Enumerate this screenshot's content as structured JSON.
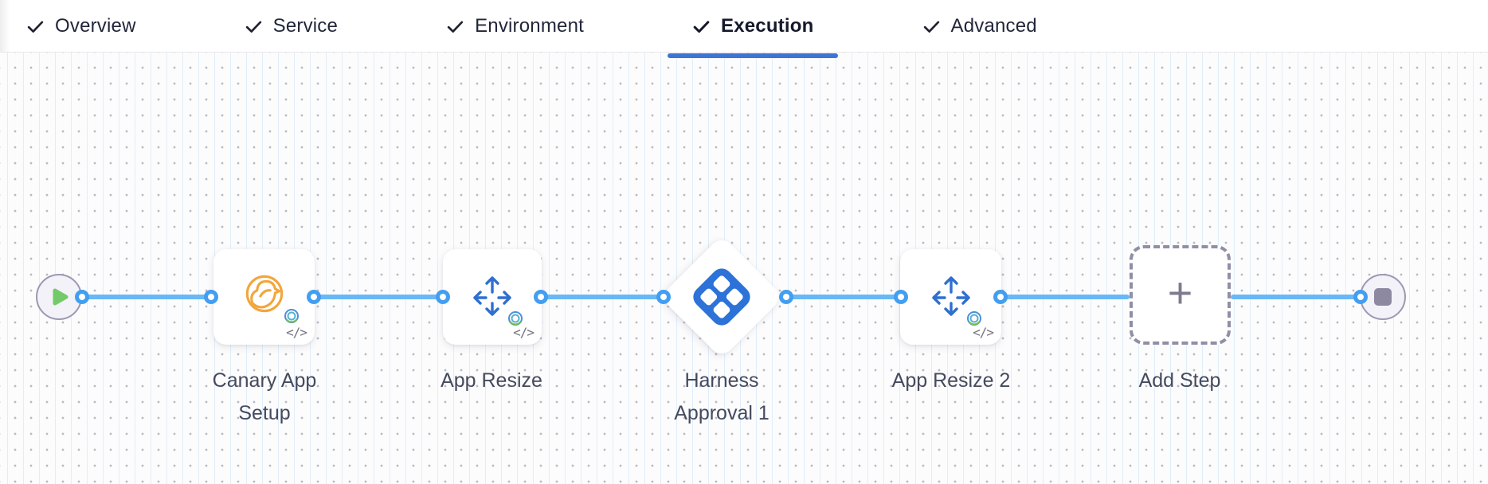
{
  "tabs": {
    "items": [
      {
        "label": "Overview",
        "checked": true,
        "active": false
      },
      {
        "label": "Service",
        "checked": true,
        "active": false
      },
      {
        "label": "Environment",
        "checked": true,
        "active": false
      },
      {
        "label": "Execution",
        "checked": true,
        "active": true
      },
      {
        "label": "Advanced",
        "checked": true,
        "active": false
      }
    ]
  },
  "pipeline": {
    "start_node_icon": "play-icon",
    "end_node_icon": "stop-icon",
    "code_badge": "</>",
    "steps": [
      {
        "name": "Canary App Setup",
        "icon": "canary-icon",
        "code_badge": "</>"
      },
      {
        "name": "App Resize",
        "icon": "resize-arrows-icon",
        "code_badge": "</>"
      },
      {
        "name": "Harness Approval 1",
        "icon": "harness-approval-icon"
      },
      {
        "name": "App Resize 2",
        "icon": "resize-arrows-icon",
        "code_badge": "</>"
      },
      {
        "name": "Add Step",
        "icon": "plus-icon",
        "plus_glyph": "+"
      }
    ]
  },
  "colors": {
    "accent": "#3d74d6",
    "edge": "#69b8f5",
    "port": "#429ef1",
    "harness": "#2c72d8",
    "canary_orange": "#f2a63c",
    "arrow_blue": "#2e6fd0",
    "play_green": "#74c969",
    "stop_gray": "#8c89a1",
    "label_text": "#454a5e"
  }
}
